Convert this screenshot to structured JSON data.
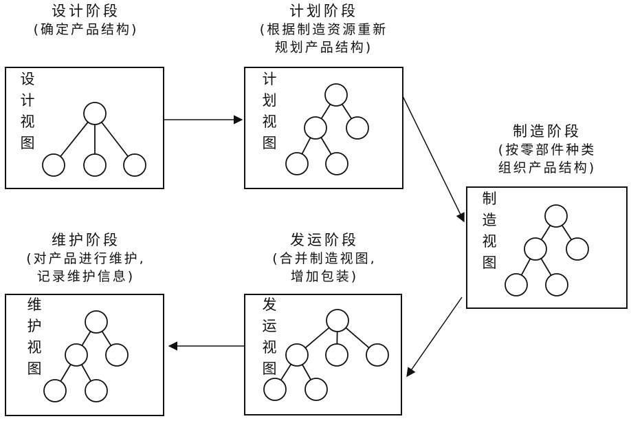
{
  "stages": [
    {
      "id": "design",
      "title": "设计阶段",
      "desc": [
        "(确定产品结构)"
      ],
      "view": "设计视图"
    },
    {
      "id": "plan",
      "title": "计划阶段",
      "desc": [
        "(根据制造资源重新",
        "规划产品结构)"
      ],
      "view": "计划视图"
    },
    {
      "id": "manufacture",
      "title": "制造阶段",
      "desc": [
        "(按零部件种类",
        "组织产品结构)"
      ],
      "view": "制造视图"
    },
    {
      "id": "ship",
      "title": "发运阶段",
      "desc": [
        "(合并制造视图,",
        "增加包装)"
      ],
      "view": "发运视图"
    },
    {
      "id": "maintain",
      "title": "维护阶段",
      "desc": [
        "(对产品进行维护,",
        "记录维护信息)"
      ],
      "view": "维护视图"
    }
  ]
}
